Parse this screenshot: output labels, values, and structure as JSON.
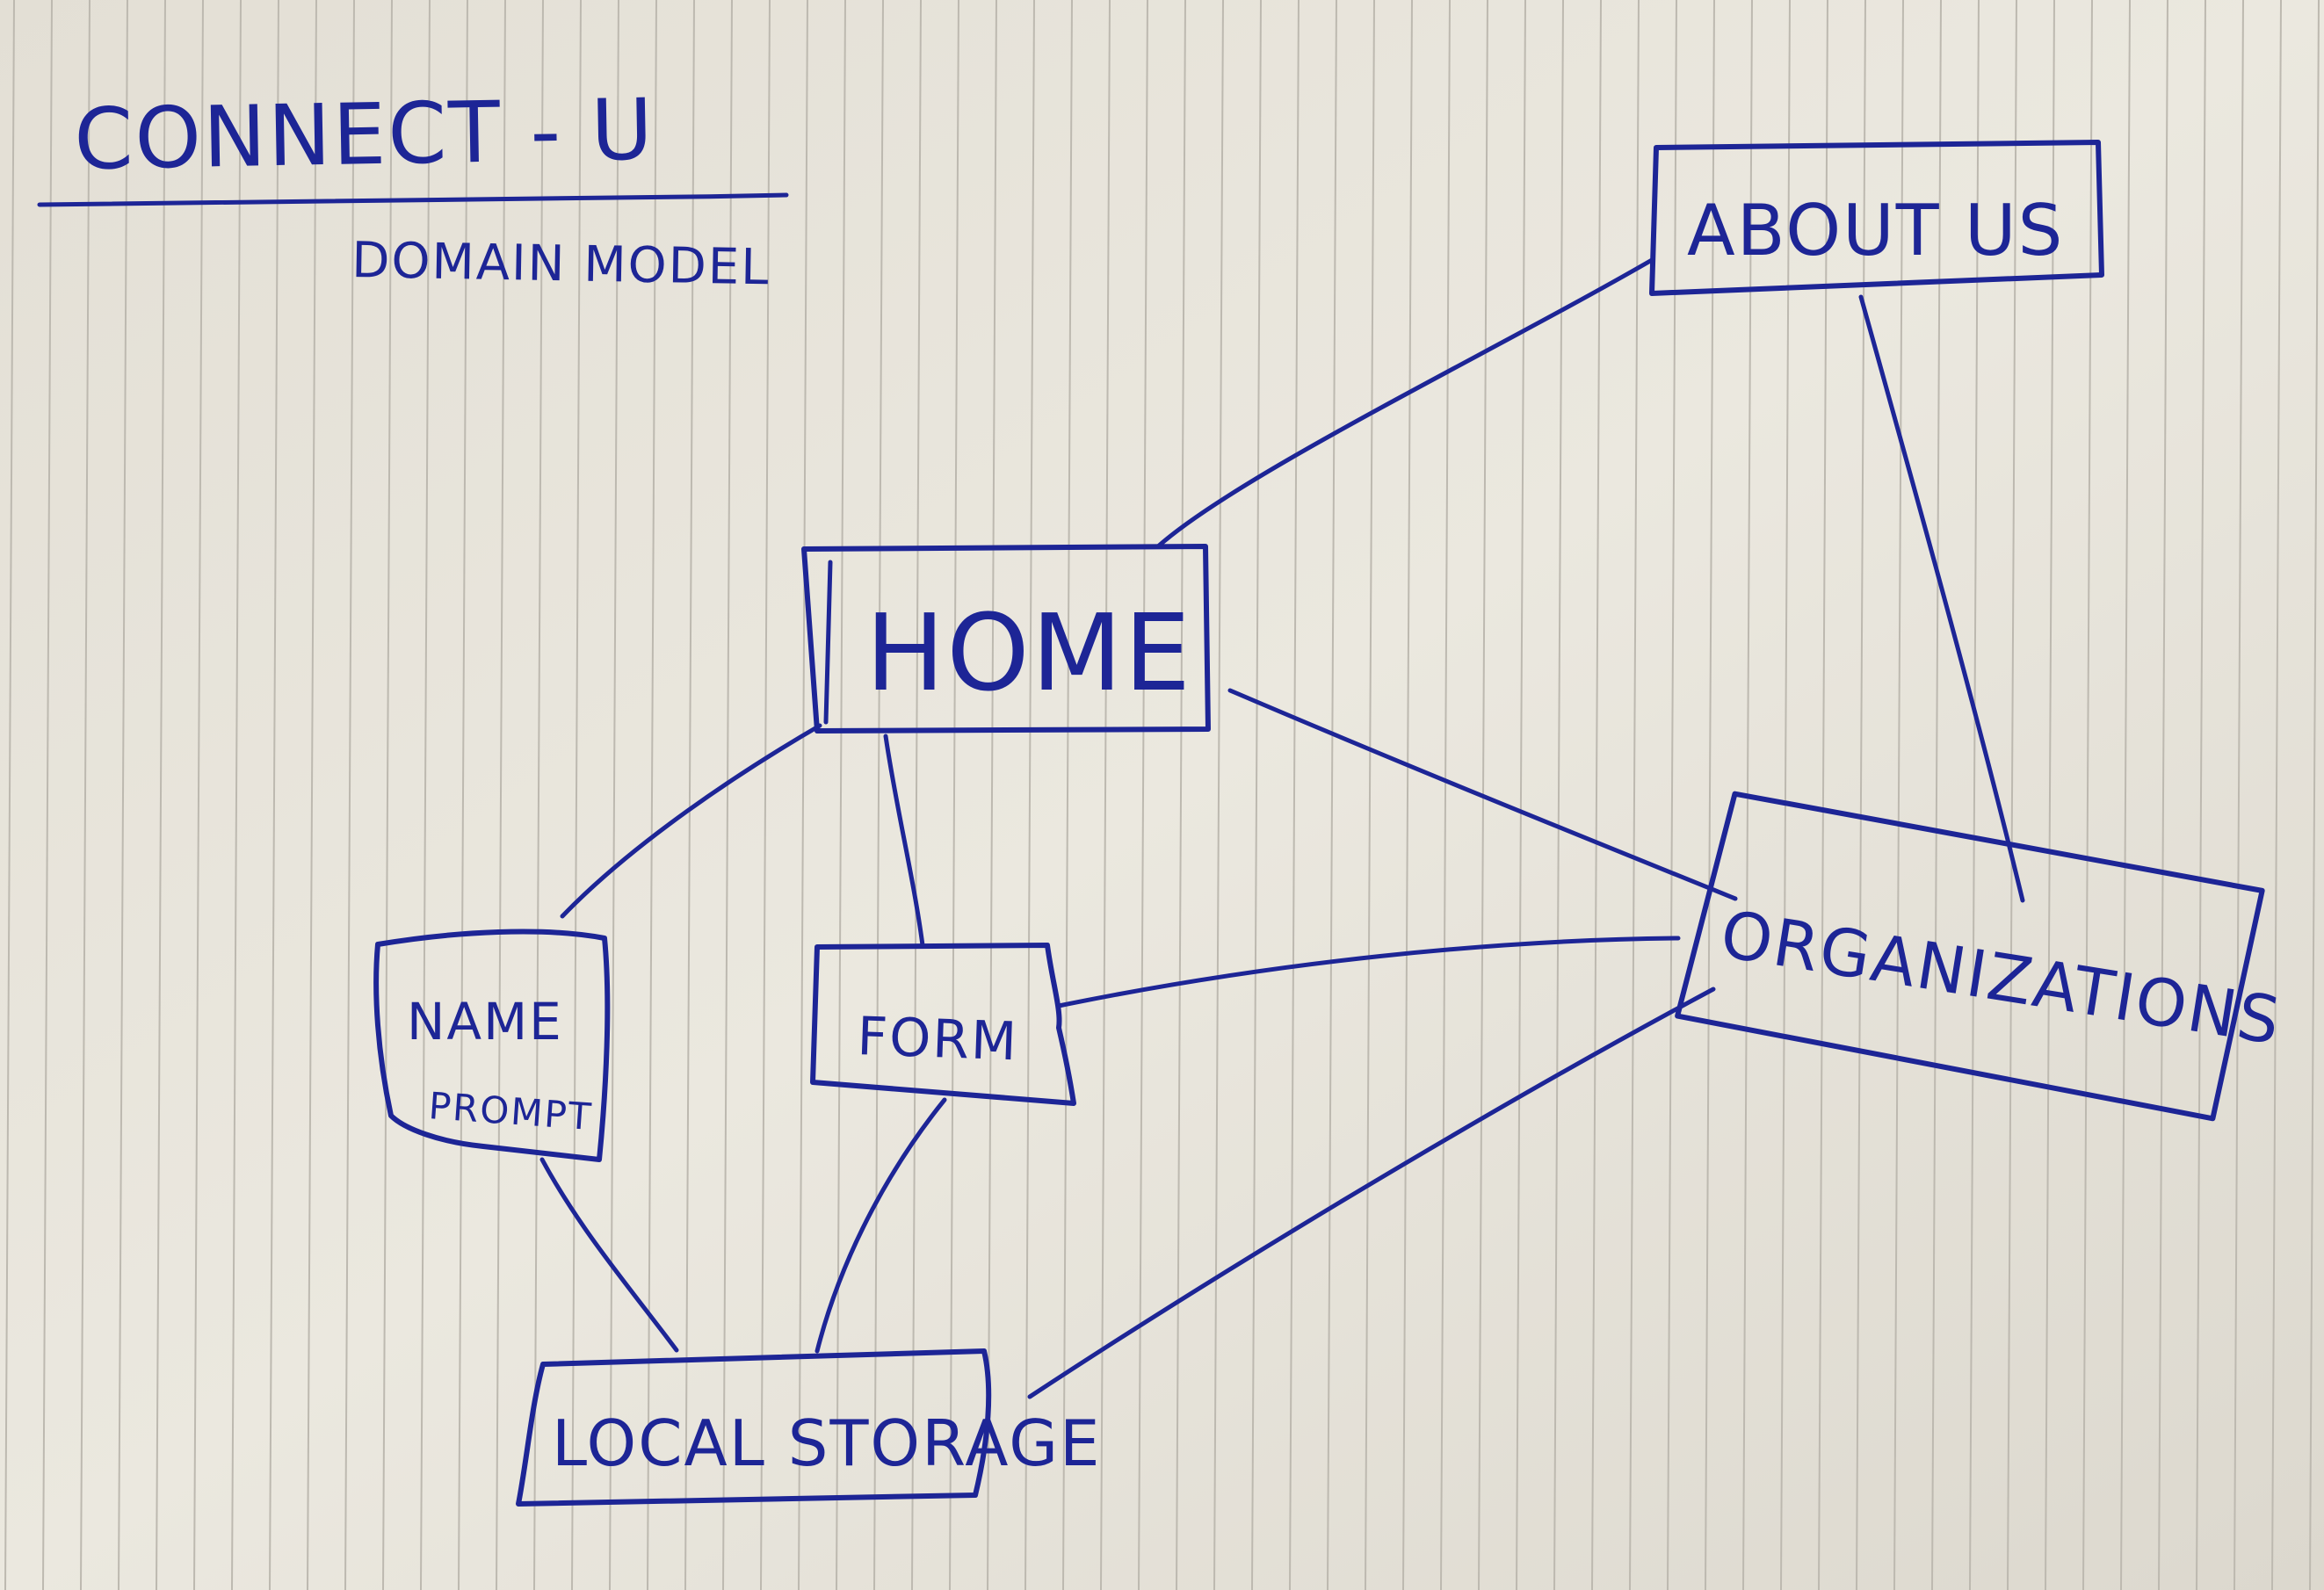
{
  "title": {
    "main": "CONNECT - U",
    "subtitle": "DOMAIN MODEL"
  },
  "nodes": {
    "home": "HOME",
    "about_us": "ABOUT US",
    "organizations": "ORGANIZATIONS",
    "name_prompt_line1": "NAME",
    "name_prompt_line2": "PROMPT",
    "form": "FORM",
    "local_storage": "LOCAL STORAGE"
  },
  "edges": [
    [
      "HOME",
      "ABOUT US"
    ],
    [
      "HOME",
      "ORGANIZATIONS"
    ],
    [
      "HOME",
      "NAME PROMPT"
    ],
    [
      "HOME",
      "FORM"
    ],
    [
      "ABOUT US",
      "ORGANIZATIONS"
    ],
    [
      "FORM",
      "ORGANIZATIONS"
    ],
    [
      "NAME PROMPT",
      "LOCAL STORAGE"
    ],
    [
      "FORM",
      "LOCAL STORAGE"
    ],
    [
      "ORGANIZATIONS",
      "LOCAL STORAGE"
    ]
  ],
  "colors": {
    "ink": "#1d2596",
    "paper": "#e6e2d8",
    "ruling": "#bdb9b0"
  }
}
